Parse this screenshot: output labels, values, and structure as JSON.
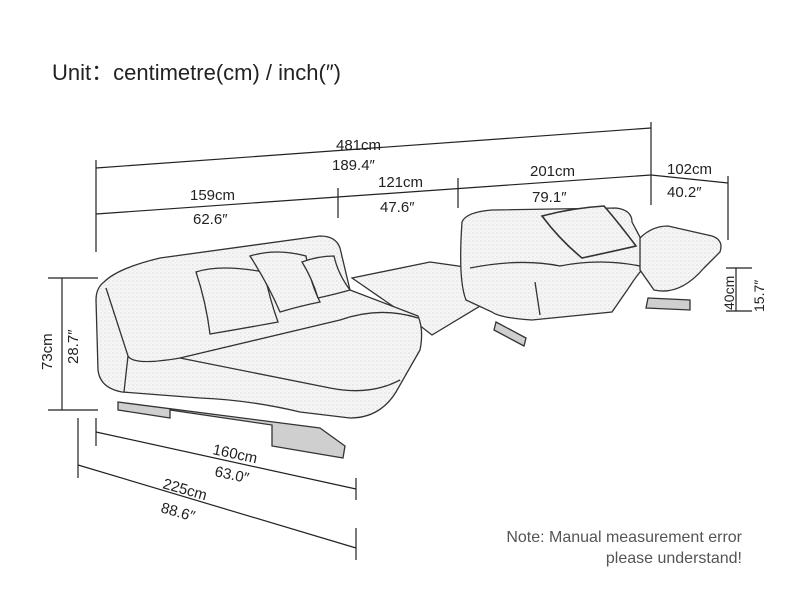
{
  "header": {
    "unit_label": "Unit：centimetre(cm) / inch(″)"
  },
  "dimensions": {
    "total_length_cm": "481cm",
    "total_length_in": "189.4″",
    "left_section_cm": "159cm",
    "left_section_in": "62.6″",
    "middle_section_cm": "121cm",
    "middle_section_in": "47.6″",
    "right_section_cm": "201cm",
    "right_section_in": "79.1″",
    "armrest_cm": "102cm",
    "armrest_in": "40.2″",
    "seat_height_cm": "40cm",
    "seat_height_in": "15.7″",
    "total_height_cm": "73cm",
    "total_height_in": "28.7″",
    "seat_width_cm": "160cm",
    "seat_width_in": "63.0″",
    "depth_cm": "225cm",
    "depth_in": "88.6″"
  },
  "note": {
    "line1": "Note: Manual measurement error",
    "line2": "please understand!"
  },
  "colors": {
    "line": "#222222",
    "sofa_fill": "#f4f4f4",
    "sofa_stroke": "#333333",
    "note_text": "#555555"
  }
}
